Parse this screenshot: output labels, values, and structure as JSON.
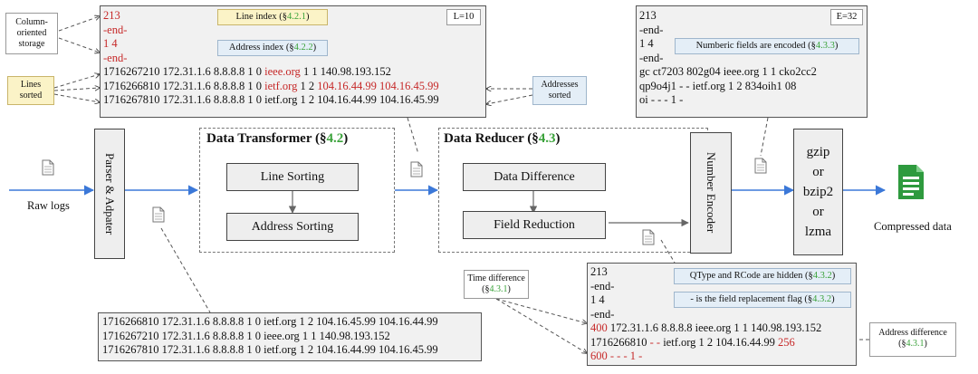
{
  "top_left_box": {
    "tag": "L=10",
    "line1": "213",
    "line2": "-end-",
    "line3": "1 4",
    "line4": "-end-",
    "row1_a": "1716267210 172.31.1.6 8.8.8.8 1 0 ",
    "row1_b": "ieee.org",
    "row1_c": " 1 1 140.98.193.152",
    "row2_a": "1716266810 172.31.1.6 8.8.8.8 1 0 ",
    "row2_b": "ietf.org",
    "row2_c": " 1 2 ",
    "row2_d": "104.16.44.99 104.16.45.99",
    "row3": "1716267810 172.31.1.6 8.8.8.8 1 0 ietf.org 1 2 104.16.44.99 104.16.45.99"
  },
  "tags": {
    "line_index_a": "Line index (§",
    "line_index_b": "4.2.1",
    "line_index_c": ")",
    "address_index_a": "Address index (§",
    "address_index_b": "4.2.2",
    "address_index_c": ")",
    "column_storage": "Column-\noriented\nstorage",
    "lines_sorted": "Lines\nsorted",
    "addresses_sorted": "Addresses\nsorted",
    "time_diff_a": "Time difference",
    "time_diff_b": "(§",
    "time_diff_c": "4.3.1",
    "time_diff_d": ")",
    "addr_diff_a": "Address difference",
    "addr_diff_b": "(§",
    "addr_diff_c": "4.3.1",
    "addr_diff_d": ")"
  },
  "top_right_box": {
    "tag": "E=32",
    "l1": "213",
    "l2": "-end-",
    "l3": "1 4",
    "l4": "-end-",
    "l5": "gc ct7203 802g04 ieee.org 1 1 cko2cc2",
    "l6": "qp9o4j1 - - ietf.org 1 2 834oih1 08",
    "l7": "oi - - - 1 -",
    "note_a": "Numberic fields are encoded (§",
    "note_b": "4.3.3",
    "note_c": ")"
  },
  "bottom_left_box": {
    "l1": "1716266810 172.31.1.6 8.8.8.8 1 0 ietf.org 1 2 104.16.45.99 104.16.44.99",
    "l2": "1716267210 172.31.1.6 8.8.8.8 1 0 ieee.org 1 1 140.98.193.152",
    "l3": "1716267810 172.31.1.6 8.8.8.8 1 0 ietf.org 1 2 104.16.44.99 104.16.45.99"
  },
  "bottom_right_box": {
    "l1": "213",
    "l2": "-end-",
    "l3": "1 4",
    "l4": "-end-",
    "l5_a": "400",
    "l5_b": " 172.31.1.6 8.8.8.8 ieee.org 1 1 140.98.193.152",
    "l6_a": "1716266810 ",
    "l6_b": "- -",
    "l6_c": " ietf.org 1 2 104.16.44.99 ",
    "l6_d": "256",
    "l7": "600 - - - 1 -",
    "note1_a": "QType and RCode are hidden (§",
    "note1_b": "4.3.2",
    "note1_c": ")",
    "note2_a": "- is the field replacement flag (§",
    "note2_b": "4.3.2",
    "note2_c": ")"
  },
  "pipeline": {
    "raw_logs": "Raw logs",
    "parser": "Parser & Adpater",
    "transformer_title_a": "Data Transformer (§",
    "transformer_title_b": "4.2",
    "transformer_title_c": ")",
    "line_sorting": "Line Sorting",
    "address_sorting": "Address Sorting",
    "reducer_title_a": "Data Reducer (§",
    "reducer_title_b": "4.3",
    "reducer_title_c": ")",
    "data_difference": "Data Difference",
    "field_reduction": "Field Reduction",
    "number_encoder": "Number Encoder",
    "compressor": "gzip\nor\nbzip2\nor\nlzma",
    "compressed": "Compressed data"
  },
  "colors": {
    "accent_red": "#c62828",
    "accent_green": "#3aa23a",
    "arrow_blue": "#3b78d8",
    "file_green": "#2e9a3e"
  }
}
